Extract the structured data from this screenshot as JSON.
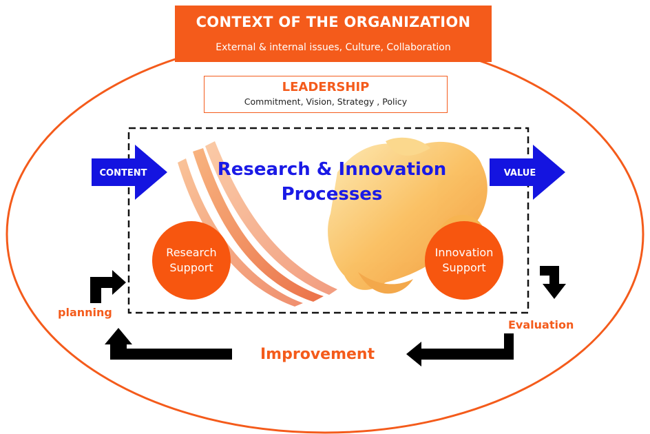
{
  "context": {
    "title": "CONTEXT OF THE ORGANIZATION",
    "subtitle": "External & internal issues, Culture, Collaboration"
  },
  "leadership": {
    "title": "LEADERSHIP",
    "subtitle": "Commitment, Vision, Strategy , Policy"
  },
  "process": {
    "title_line1": "Research & Innovation",
    "title_line2": "Processes"
  },
  "circles": {
    "research_line1": "Research",
    "research_line2": "Support",
    "innovation_line1": "Innovation",
    "innovation_line2": "Support"
  },
  "arrows": {
    "input_label": "CONTENT",
    "output_label": "VALUE"
  },
  "cycle": {
    "planning": "planning",
    "evaluation": "Evaluation",
    "improvement": "Improvement"
  },
  "colors": {
    "orange": "#f45b1b",
    "blue": "#1a1ae6",
    "arrow_blue": "#1414e0",
    "black": "#000000"
  }
}
